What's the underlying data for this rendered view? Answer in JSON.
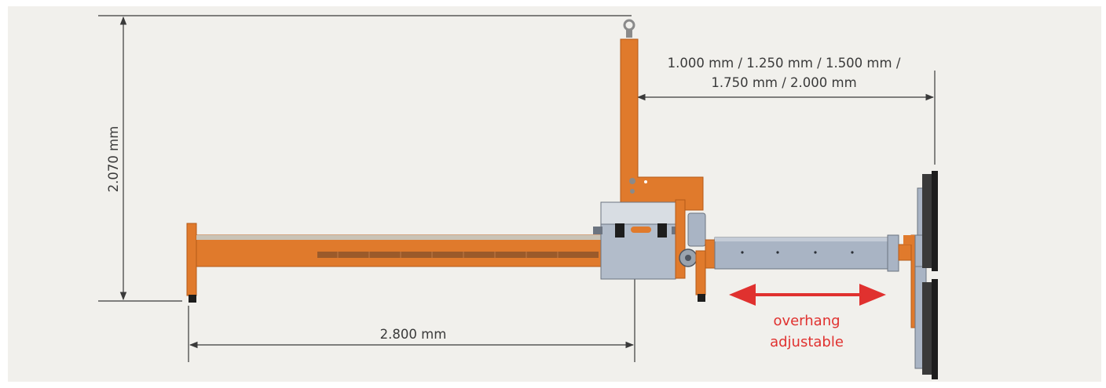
{
  "dimensions": {
    "height": "2.070 mm",
    "length": "2.800 mm",
    "overhang_line1": "1.000 mm / 1.250 mm / 1.500 mm /",
    "overhang_line2": "1.750 mm / 2.000 mm"
  },
  "annotation": {
    "line1": "overhang",
    "line2": "adjustable"
  },
  "colors": {
    "background": "#f1f0ec",
    "frame_orange": "#e07a2c",
    "arm_blue": "#a9b4c4",
    "housing_grey": "#b2bcca",
    "pad_black": "#1d1d1d",
    "arrow_red": "#e0312f",
    "dimension_line": "#3a3a3a"
  }
}
